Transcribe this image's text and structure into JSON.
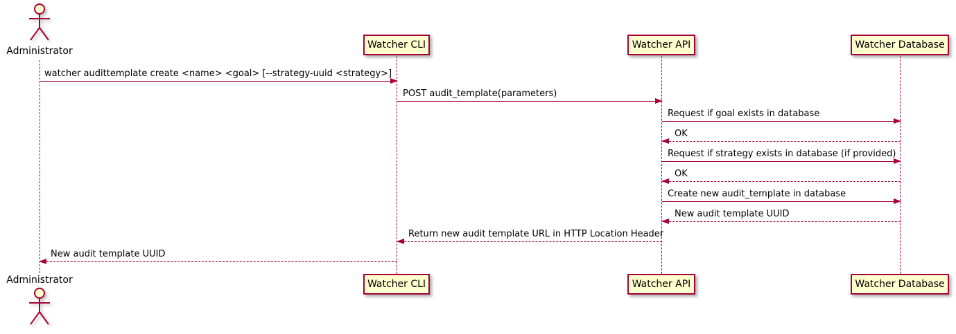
{
  "diagram": {
    "type": "sequence",
    "actor": {
      "name": "Administrator"
    },
    "participants": [
      {
        "name": "Watcher CLI"
      },
      {
        "name": "Watcher API"
      },
      {
        "name": "Watcher Database"
      }
    ],
    "messages": [
      {
        "from": "Administrator",
        "to": "Watcher CLI",
        "style": "solid",
        "label": "watcher audittemplate create <name> <goal> [--strategy-uuid <strategy>]"
      },
      {
        "from": "Watcher CLI",
        "to": "Watcher API",
        "style": "solid",
        "label": "POST audit_template(parameters)"
      },
      {
        "from": "Watcher API",
        "to": "Watcher Database",
        "style": "solid",
        "label": "Request if goal exists in database"
      },
      {
        "from": "Watcher Database",
        "to": "Watcher API",
        "style": "dashed",
        "label": "OK"
      },
      {
        "from": "Watcher API",
        "to": "Watcher Database",
        "style": "solid",
        "label": "Request if strategy exists in database (if provided)"
      },
      {
        "from": "Watcher Database",
        "to": "Watcher API",
        "style": "dashed",
        "label": "OK"
      },
      {
        "from": "Watcher API",
        "to": "Watcher Database",
        "style": "solid",
        "label": "Create new audit_template in database"
      },
      {
        "from": "Watcher Database",
        "to": "Watcher API",
        "style": "dashed",
        "label": "New audit template UUID"
      },
      {
        "from": "Watcher API",
        "to": "Watcher CLI",
        "style": "dashed",
        "label": "Return new audit template URL in HTTP Location Header"
      },
      {
        "from": "Watcher CLI",
        "to": "Administrator",
        "style": "dashed",
        "label": "New audit template UUID"
      }
    ],
    "colors": {
      "participant_fill": "#FEFECE",
      "stroke": "#A80036",
      "text": "#000000"
    }
  }
}
